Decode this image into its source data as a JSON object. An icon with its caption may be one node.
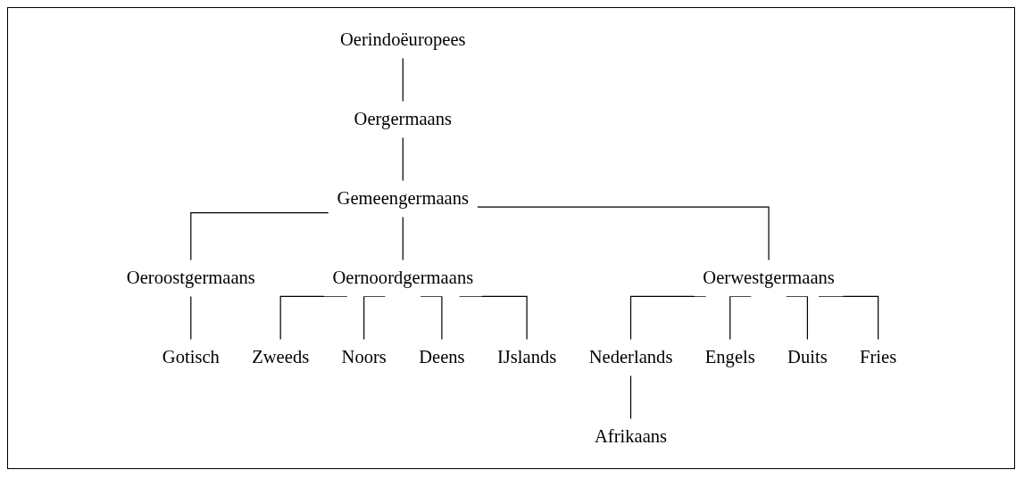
{
  "diagram": {
    "nodes": [
      {
        "text": [
          "Oerindoëuropees"
        ]
      },
      {
        "text": [
          "Oergermaans"
        ]
      },
      {
        "text": [
          "Gemeengermaans"
        ]
      },
      {
        "text": [
          "Oeroostgermaans"
        ]
      },
      {
        "text": [
          "Oernoordgermaans"
        ]
      },
      {
        "text": [
          "Oerwestgermaans"
        ]
      },
      {
        "text": [
          "Gotisch"
        ]
      },
      {
        "text": [
          "Zweeds"
        ]
      },
      {
        "text": [
          "Noors"
        ]
      },
      {
        "text": [
          "Deens"
        ]
      },
      {
        "text": [
          "IJslands"
        ]
      },
      {
        "text": [
          "Nederlands"
        ]
      },
      {
        "text": [
          "Engels"
        ]
      },
      {
        "text": [
          "Duits"
        ]
      },
      {
        "text": [
          "Fries"
        ]
      },
      {
        "text": [
          "Afrikaans"
        ]
      }
    ],
    "edges": [
      {
        "from": 0,
        "to": 1,
        "arrow": "none"
      },
      {
        "from": 1,
        "to": 2,
        "arrow": "none"
      },
      {
        "from": 2,
        "to": 3,
        "arrow": "none"
      },
      {
        "from": 2,
        "to": 4,
        "arrow": "none"
      },
      {
        "from": 2,
        "to": 5,
        "arrow": "none"
      },
      {
        "from": 3,
        "to": 6,
        "arrow": "none"
      },
      {
        "from": 4,
        "to": 7,
        "arrow": "none"
      },
      {
        "from": 4,
        "to": 8,
        "arrow": "none"
      },
      {
        "from": 4,
        "to": 9,
        "arrow": "none"
      },
      {
        "from": 4,
        "to": 10,
        "arrow": "none"
      },
      {
        "from": 5,
        "to": 11,
        "arrow": "none"
      },
      {
        "from": 5,
        "to": 12,
        "arrow": "none"
      },
      {
        "from": 5,
        "to": 13,
        "arrow": "none"
      },
      {
        "from": 5,
        "to": 14,
        "arrow": "none"
      },
      {
        "from": 11,
        "to": 15,
        "arrow": "none"
      }
    ]
  }
}
